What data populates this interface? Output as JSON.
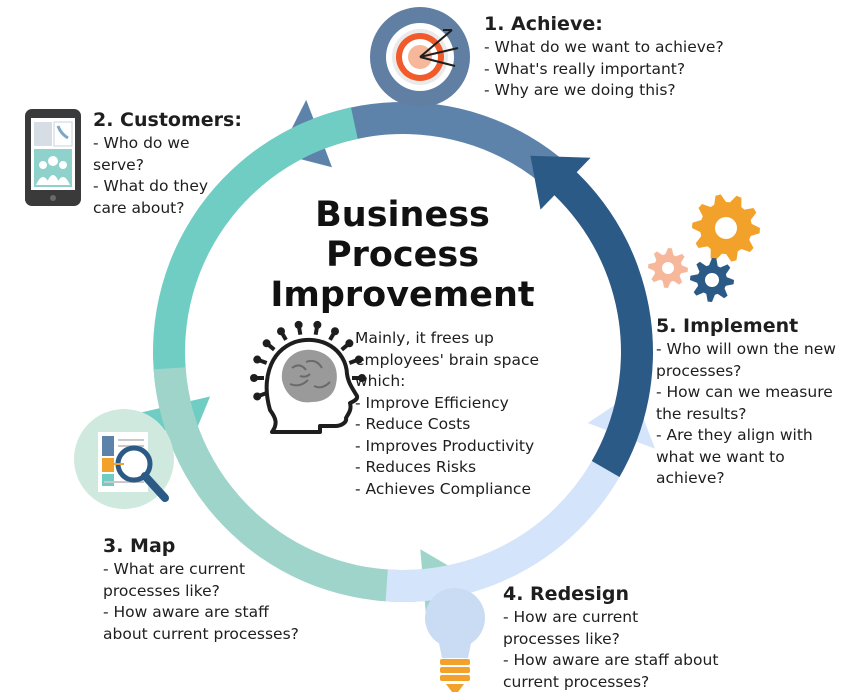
{
  "title_lines": [
    "Business",
    "Process",
    "Improvement"
  ],
  "intro_lines": [
    "Mainly, it frees up",
    "employees' brain space",
    "which:"
  ],
  "benefits": [
    "- Improve Efficiency",
    "- Reduce Costs",
    "- Improves Productivity",
    "- Reduces Risks",
    "- Achieves Compliance"
  ],
  "steps": {
    "achieve": {
      "title": "1. Achieve:",
      "lines": [
        "- What do we want to achieve?",
        "- What's really important?",
        "- Why are we doing this?"
      ]
    },
    "customers": {
      "title": "2. Customers:",
      "lines": [
        "- Who do we",
        "serve?",
        "- What do they",
        "care about?"
      ]
    },
    "map": {
      "title": "3. Map",
      "lines": [
        "- What are current",
        "processes like?",
        "- How aware are staff",
        "about current processes?"
      ]
    },
    "redesign": {
      "title": "4. Redesign",
      "lines": [
        "- How are current",
        "processes like?",
        "- How aware are staff about",
        "current processes?"
      ]
    },
    "implement": {
      "title": "5. Implement",
      "lines": [
        "- Who will own the new",
        "processes?",
        "- How can we measure",
        "the results?",
        "- Are they align with",
        "what we want to",
        "achieve?"
      ]
    }
  },
  "colors": {
    "arrow_achieve": "#5e83aa",
    "arrow_customers": "#6fcdc4",
    "arrow_map": "#9fd4cb",
    "arrow_redesign": "#d4e4fa",
    "arrow_implement": "#2b5a86",
    "gear_orange": "#f2a22a",
    "gear_peach": "#f6b79a",
    "gear_navy": "#2b5a86",
    "target_ring": "#607fa3",
    "brain_gray": "#9a9a9a"
  },
  "icons": [
    "target-icon",
    "phone-icon",
    "document-search-icon",
    "lightbulb-icon",
    "gears-icon",
    "head-brain-icon"
  ]
}
